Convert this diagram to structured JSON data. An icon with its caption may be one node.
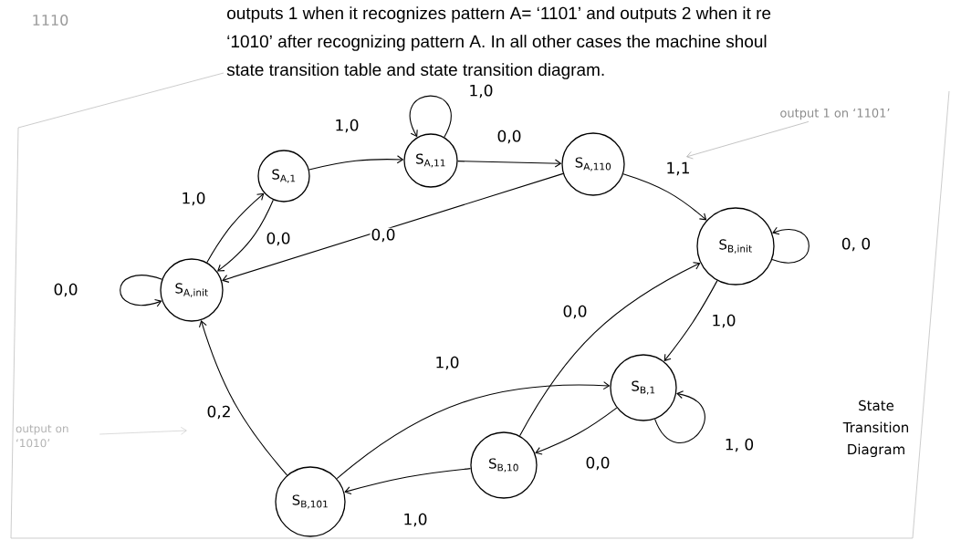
{
  "diagram": {
    "nodes": [
      {
        "text": [
          "S$_{A,init}$"
        ]
      },
      {
        "text": [
          "S$_{A,1}$"
        ]
      },
      {
        "text": [
          "S$_{A,11}$"
        ]
      },
      {
        "text": [
          "S$_{A,110}$"
        ]
      },
      {
        "text": [
          "S$_{B,init}$"
        ]
      },
      {
        "text": [
          "S$_{B,1}$"
        ]
      },
      {
        "text": [
          "S$_{B,10}$"
        ]
      },
      {
        "text": [
          "S$_{B,101}$"
        ]
      },
      {
        "text": [
          "output 1 on ‘1101’"
        ]
      },
      {
        "text": [
          "output on ‘1010’"
        ]
      }
    ],
    "edges": [
      {
        "from": 0,
        "to": 0,
        "arrow": "to",
        "label": "0,0"
      },
      {
        "from": 0,
        "to": 1,
        "arrow": "to",
        "label": "1,0"
      },
      {
        "from": 1,
        "to": 0,
        "arrow": "to",
        "label": "0,0"
      },
      {
        "from": 1,
        "to": 2,
        "arrow": "to",
        "label": "1,0"
      },
      {
        "from": 2,
        "to": 2,
        "arrow": "to",
        "label": "1,0"
      },
      {
        "from": 2,
        "to": 3,
        "arrow": "to",
        "label": "0,0"
      },
      {
        "from": 3,
        "to": 0,
        "arrow": "to",
        "label": "0,0"
      },
      {
        "from": 3,
        "to": 4,
        "arrow": "to",
        "label": "1,1"
      },
      {
        "from": 4,
        "to": 4,
        "arrow": "to",
        "label": "0, 0"
      },
      {
        "from": 4,
        "to": 5,
        "arrow": "to",
        "label": "1,0"
      },
      {
        "from": 5,
        "to": 5,
        "arrow": "to",
        "label": "1, 0"
      },
      {
        "from": 5,
        "to": 6,
        "arrow": "to",
        "label": "0,0"
      },
      {
        "from": 6,
        "to": 4,
        "arrow": "to",
        "label": "0,0"
      },
      {
        "from": 6,
        "to": 7,
        "arrow": "to",
        "label": "1,0"
      },
      {
        "from": 7,
        "to": 0,
        "arrow": "to",
        "label": "0,2"
      },
      {
        "from": 7,
        "to": 5,
        "arrow": "to",
        "label": "1,0"
      },
      {
        "from": 8,
        "to": null,
        "arrow": "to",
        "color": "#aaaaaa"
      },
      {
        "from": 9,
        "to": null,
        "arrow": "to",
        "color": "#cccccc"
      }
    ],
    "labels": [
      "1110",
      "outputs 1 when it recognizes pattern A= ‘1101’ and outputs 2 when it re",
      "‘1010’ after recognizing pattern A. In all other cases the machine shoul",
      "state transition table and state transition diagram.",
      "State Transition Diagram"
    ]
  }
}
